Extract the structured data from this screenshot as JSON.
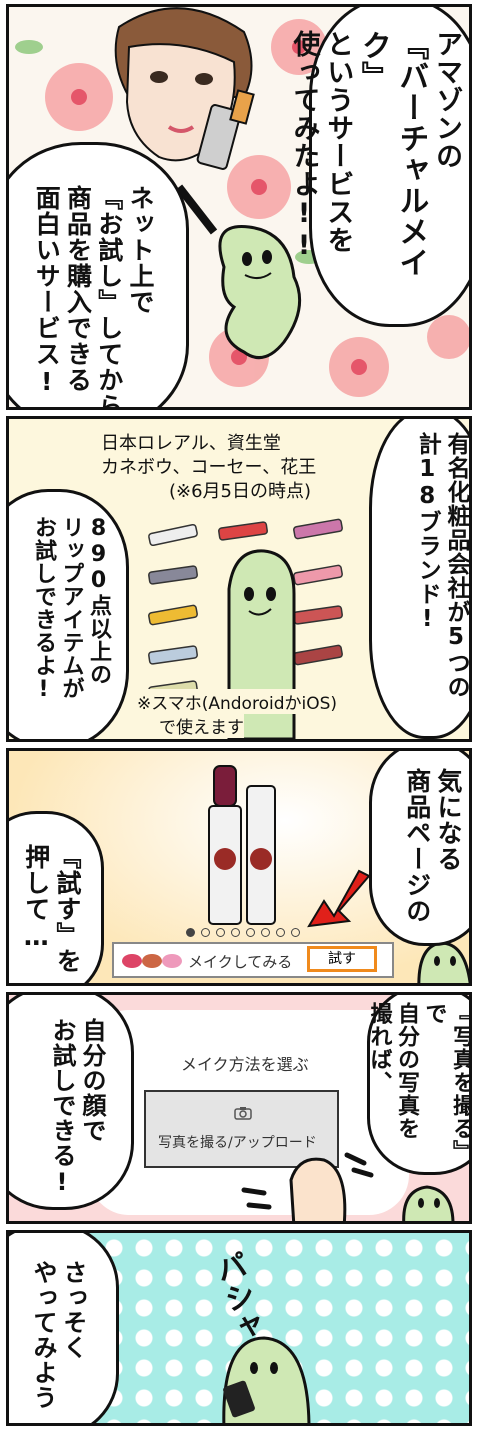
{
  "panel1": {
    "speech_right": [
      "アマゾンの",
      "『バーチャルメイク』",
      "というサービスを",
      "使ってみたよ!!"
    ],
    "speech_left": [
      "ネット上で",
      "『お試し』してから",
      "商品を購入できる",
      "面白いサービス!"
    ]
  },
  "panel2": {
    "brands_line1": "日本ロレアル、資生堂",
    "brands_line2": "カネボウ、コーセー、花王",
    "brands_line3": "(※6月5日の時点)",
    "speech_right": [
      "有名化粧品会社が5つの",
      "計18ブランド!"
    ],
    "speech_left": [
      "890点以上の",
      "リップアイテムが",
      "お試しできるよ!"
    ],
    "note_line1": "※スマホ(AndoroidかiOS)",
    "note_line2": "で使えます"
  },
  "panel3": {
    "speech_right": [
      "気になる",
      "商品ページの"
    ],
    "speech_left": [
      "『試す』を",
      "押して…"
    ],
    "makeup_label": "メイクしてみる",
    "try_button": "試す",
    "carousel_count": 8,
    "carousel_active": 0
  },
  "panel4": {
    "dialog_title": "メイク方法を選ぶ",
    "photo_button": "写真を撮る/アップロード",
    "camera_icon": "camera-icon",
    "speech_left": [
      "自分の顔で",
      "お試しできる!"
    ],
    "speech_right": [
      "『写真を撮る』で",
      "自分の写真を",
      "撮れば、"
    ]
  },
  "panel5": {
    "sfx": "パシャ",
    "speech_left": [
      "さっそく",
      "やってみよう"
    ]
  },
  "colors": {
    "accent_red": "#e0201a",
    "mascot_green": "#cfe8b4",
    "try_orange": "#f08a1c",
    "dot_bg": "#a8ece6"
  }
}
